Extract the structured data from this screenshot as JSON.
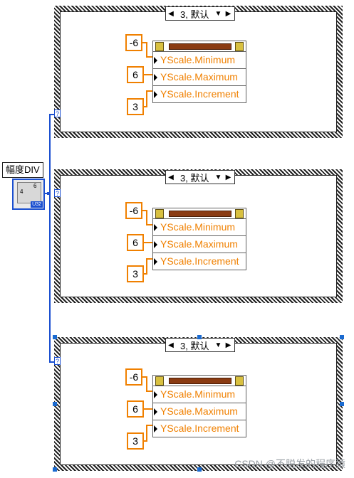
{
  "control": {
    "label": "幅度DIV",
    "dial_values": [
      "4",
      "6"
    ],
    "type_badge": "U32"
  },
  "tunnel_label": "?",
  "cases": [
    {
      "selector": "3, 默认",
      "constants": [
        "-6",
        "6",
        "3"
      ],
      "properties": [
        "YScale.Minimum",
        "YScale.Maximum",
        "YScale.Increment"
      ]
    },
    {
      "selector": "3, 默认",
      "constants": [
        "-6",
        "6",
        "3"
      ],
      "properties": [
        "YScale.Minimum",
        "YScale.Maximum",
        "YScale.Increment"
      ]
    },
    {
      "selector": "3, 默认",
      "constants": [
        "-6",
        "6",
        "3"
      ],
      "properties": [
        "YScale.Minimum",
        "YScale.Maximum",
        "YScale.Increment"
      ]
    }
  ],
  "watermark": "CSDN @不脱发的程序猿",
  "colors": {
    "wire_numeric": "#f08000",
    "wire_integer": "#1a4fd0",
    "property_ref": "#8a3b12"
  }
}
